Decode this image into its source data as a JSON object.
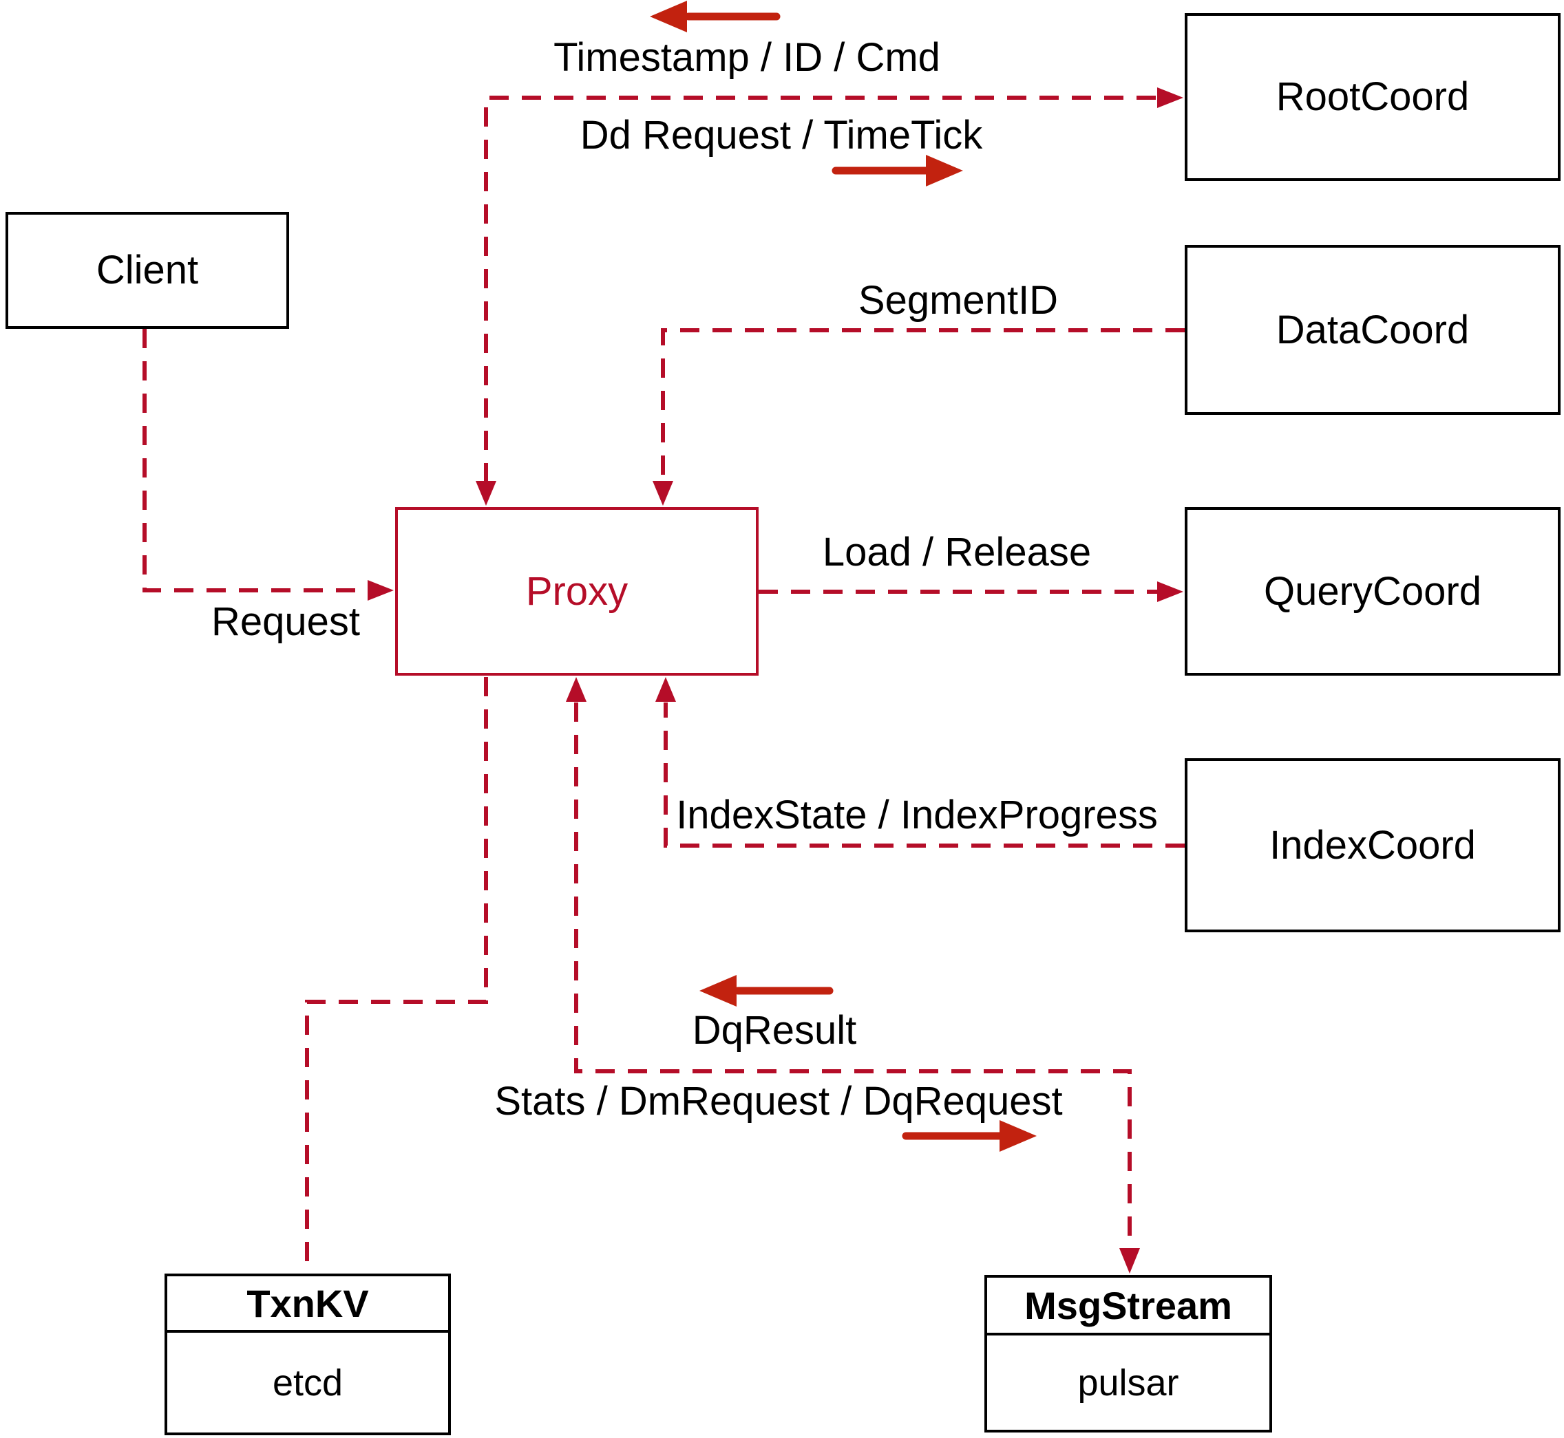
{
  "diagram": {
    "nodes": {
      "client": {
        "label": "Client"
      },
      "proxy": {
        "label": "Proxy"
      },
      "root_coord": {
        "label": "RootCoord"
      },
      "data_coord": {
        "label": "DataCoord"
      },
      "query_coord": {
        "label": "QueryCoord"
      },
      "index_coord": {
        "label": "IndexCoord"
      },
      "txn_kv": {
        "title": "TxnKV",
        "impl": "etcd"
      },
      "msg_stream": {
        "title": "MsgStream",
        "impl": "pulsar"
      }
    },
    "edges": {
      "client_to_proxy": {
        "label": "Request"
      },
      "proxy_root_coord": {
        "label_from_root": "Timestamp / ID / Cmd",
        "label_to_root": "Dd Request / TimeTick"
      },
      "data_coord_to_proxy": {
        "label": "SegmentID"
      },
      "proxy_to_query_coord": {
        "label": "Load / Release"
      },
      "index_coord_to_proxy": {
        "label": "IndexState / IndexProgress"
      },
      "proxy_msg_stream": {
        "label_from_stream": "DqResult",
        "label_to_stream": "Stats / DmRequest / DqRequest"
      }
    },
    "colors": {
      "line": "#b50d28",
      "arrow": "#c2220f",
      "border": "#000000",
      "text": "#000000",
      "background": "#ffffff"
    }
  }
}
